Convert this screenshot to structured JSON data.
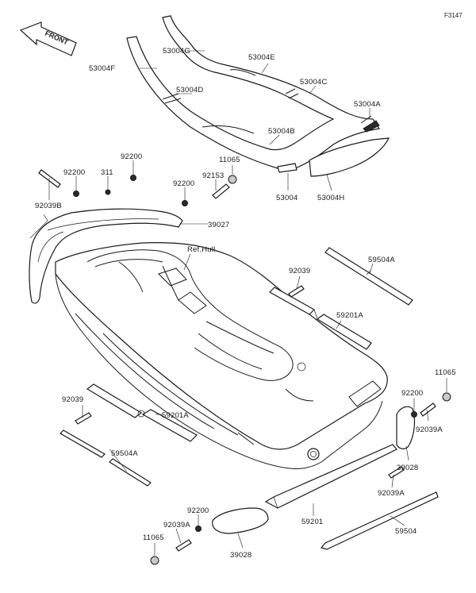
{
  "figure_code": "F3147",
  "front_label": "FRONT",
  "labels": [
    {
      "id": "l_53004g",
      "text": "53004G"
    },
    {
      "id": "l_53004e",
      "text": "53004E"
    },
    {
      "id": "l_53004f",
      "text": "53004F"
    },
    {
      "id": "l_53004c",
      "text": "53004C"
    },
    {
      "id": "l_53004d",
      "text": "53004D"
    },
    {
      "id": "l_53004a",
      "text": "53004A"
    },
    {
      "id": "l_53004b",
      "text": "53004B"
    },
    {
      "id": "l_53004",
      "text": "53004"
    },
    {
      "id": "l_53004h",
      "text": "53004H"
    },
    {
      "id": "l_11065_top",
      "text": "11065"
    },
    {
      "id": "l_92200_a",
      "text": "92200"
    },
    {
      "id": "l_92200_b",
      "text": "92200"
    },
    {
      "id": "l_311",
      "text": "311"
    },
    {
      "id": "l_92153",
      "text": "92153"
    },
    {
      "id": "l_92200_c",
      "text": "92200"
    },
    {
      "id": "l_92039b",
      "text": "92039B"
    },
    {
      "id": "l_39027",
      "text": "39027"
    },
    {
      "id": "l_refhull",
      "text": "Ref.Hull"
    },
    {
      "id": "l_92039_r",
      "text": "92039"
    },
    {
      "id": "l_59504a_r",
      "text": "59504A"
    },
    {
      "id": "l_59201a_r",
      "text": "59201A"
    },
    {
      "id": "l_11065_r",
      "text": "11065"
    },
    {
      "id": "l_92200_r",
      "text": "92200"
    },
    {
      "id": "l_92039a_r",
      "text": "92039A"
    },
    {
      "id": "l_39028_r",
      "text": "39028"
    },
    {
      "id": "l_92039a_r2",
      "text": "92039A"
    },
    {
      "id": "l_92039_l",
      "text": "92039"
    },
    {
      "id": "l_59201a_l",
      "text": "59201A"
    },
    {
      "id": "l_59504a_l",
      "text": "59504A"
    },
    {
      "id": "l_59201",
      "text": "59201"
    },
    {
      "id": "l_59504",
      "text": "59504"
    },
    {
      "id": "l_92200_bl",
      "text": "92200"
    },
    {
      "id": "l_92039a_bl",
      "text": "92039A"
    },
    {
      "id": "l_11065_bl",
      "text": "11065"
    },
    {
      "id": "l_39028_bl",
      "text": "39028"
    }
  ]
}
